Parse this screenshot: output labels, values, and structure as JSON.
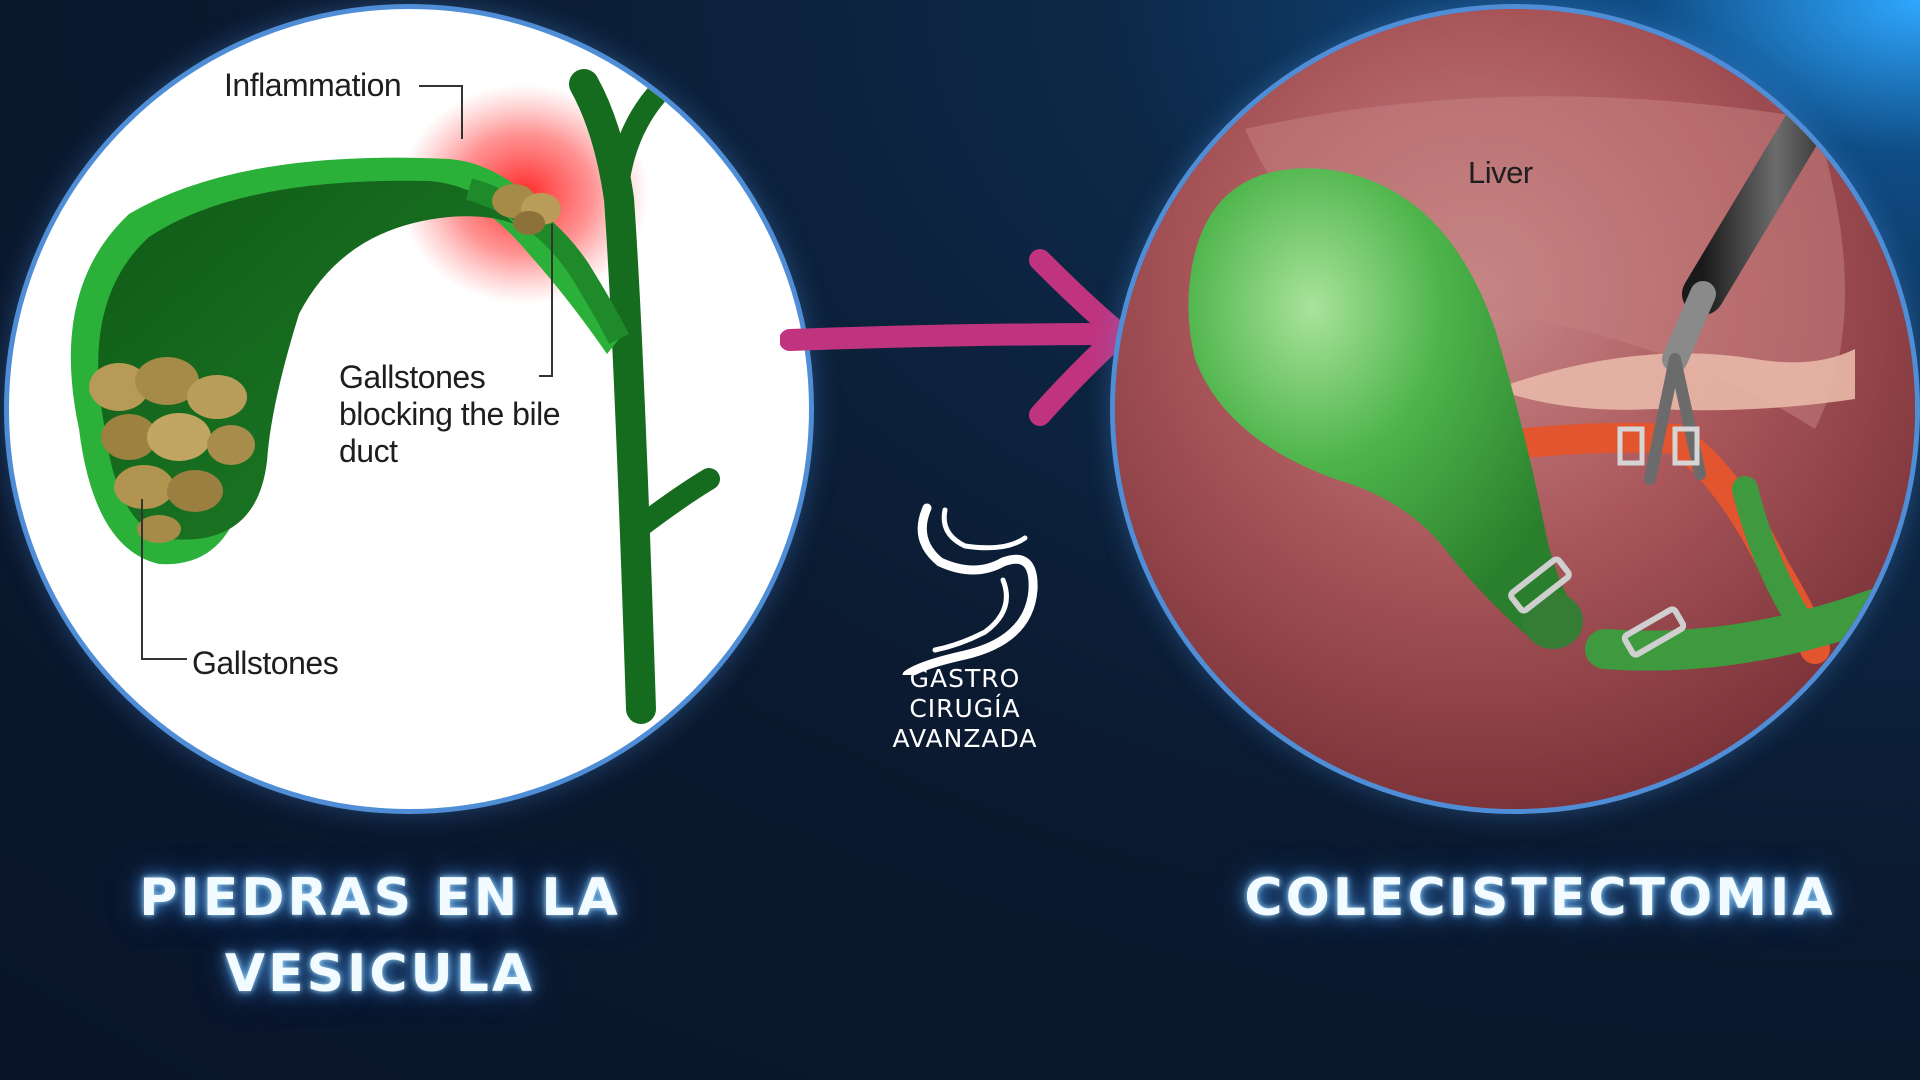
{
  "left_panel": {
    "labels": {
      "inflammation": "Inflammation",
      "blocking": "Gallstones blocking the bile duct",
      "gallstones": "Gallstones"
    },
    "title": "PIEDRAS EN LA VESICULA"
  },
  "right_panel": {
    "labels": {
      "liver": "Liver"
    },
    "title": "COLECISTECTOMIA"
  },
  "logo": {
    "line1": "GASTRO",
    "line2": "CIRUGÍA",
    "line3": "AVANZADA"
  },
  "colors": {
    "gallbladder_green": "#1e9a2c",
    "duct_green": "#1f7a2a",
    "inflammation_red": "#ff2a2a",
    "arrow_magenta": "#c0347f",
    "title_glow": "#8fd0ff"
  }
}
